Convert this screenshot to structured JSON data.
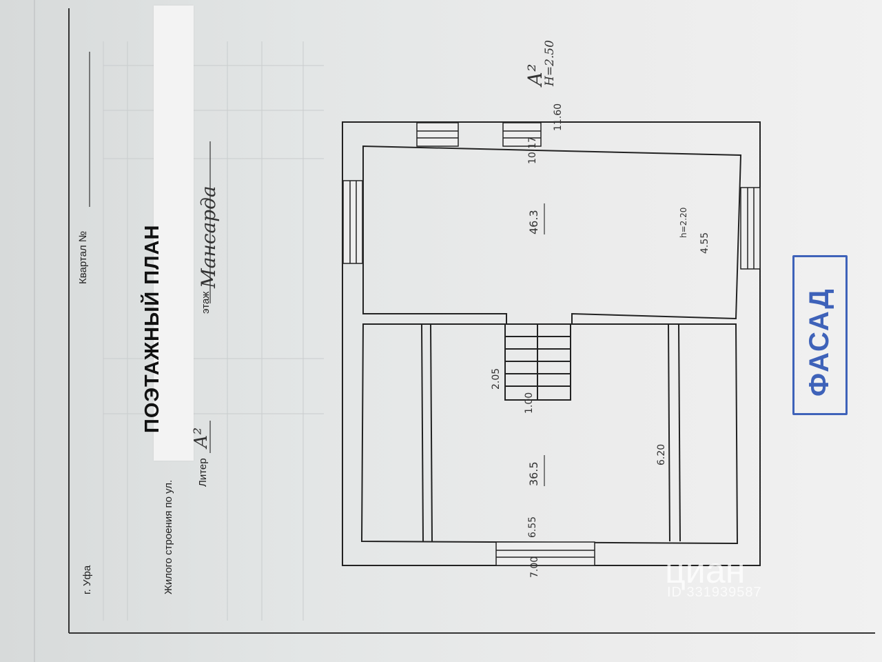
{
  "header": {
    "city": "г. Уфа",
    "quarter_label": "Квартал №",
    "title": "ПОЭТАЖНЫЙ ПЛАН",
    "building_label": "Жилого строения по ул.",
    "liter_label": "Литер",
    "liter_value": "А²",
    "floor_label": "этаж",
    "floor_value": "Мансарда"
  },
  "liter_note": {
    "liter": "А²",
    "height": "Н=2.50"
  },
  "dimensions": {
    "outer_top": "11.60",
    "inner_top": "10.17",
    "room1_area": "46.3",
    "room1_height": "h=2.20",
    "room1_width": "4.55",
    "stair_len": "2.05",
    "stair_width": "1.00",
    "room2_area": "36.5",
    "room2_width": "6.20",
    "inner_bottom": "6.55",
    "outer_bottom": "7.00"
  },
  "stamp": {
    "text": "ФАСАД",
    "color": "#3e62b9"
  },
  "watermark": {
    "brand": "циан",
    "id": "ID 331939587"
  }
}
